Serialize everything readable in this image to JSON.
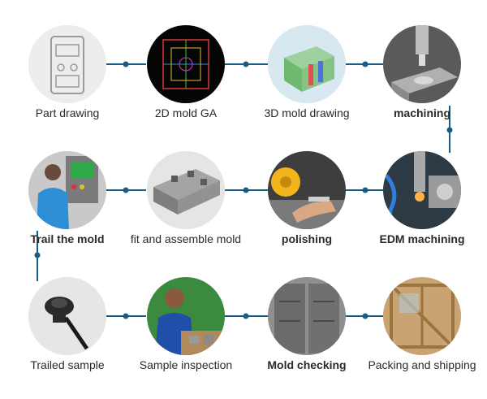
{
  "colors": {
    "connector": "#1a5d84",
    "text": "#2a2a2a"
  },
  "steps": [
    {
      "label": "Part drawing",
      "icon": "part-drawing-icon"
    },
    {
      "label": "2D mold GA",
      "icon": "2d-mold-ga-icon"
    },
    {
      "label": "3D mold drawing",
      "icon": "3d-mold-drawing-icon"
    },
    {
      "label": "machining",
      "icon": "machining-icon"
    },
    {
      "label": "EDM machining",
      "icon": "edm-machining-icon"
    },
    {
      "label": "polishing",
      "icon": "polishing-icon"
    },
    {
      "label": "fit and assemble mold",
      "icon": "assemble-mold-icon"
    },
    {
      "label": "Trail the mold",
      "icon": "trial-mold-icon"
    },
    {
      "label": "Trailed sample",
      "icon": "trailed-sample-icon"
    },
    {
      "label": "Sample inspection",
      "icon": "sample-inspection-icon"
    },
    {
      "label": "Mold checking",
      "icon": "mold-checking-icon"
    },
    {
      "label": "Packing and shipping",
      "icon": "packing-shipping-icon"
    }
  ]
}
